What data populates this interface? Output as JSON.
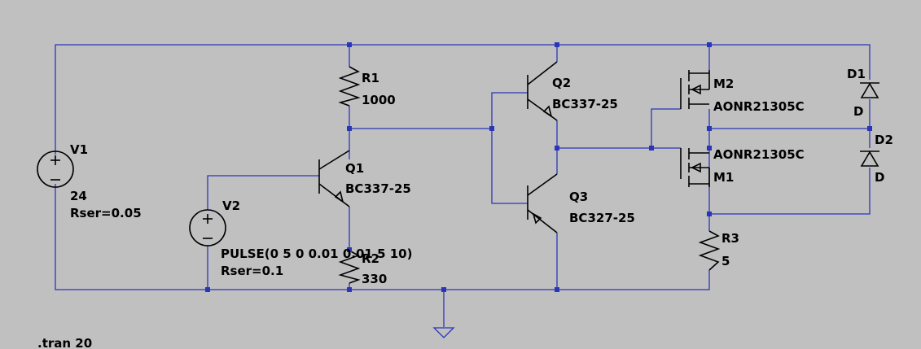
{
  "colors": {
    "background": "#c0c0c0",
    "wire": "#2b35b8",
    "symbol": "#000000"
  },
  "directive": ".tran 20",
  "components": {
    "V1": {
      "ref": "V1",
      "value": "24",
      "param": "Rser=0.05"
    },
    "V2": {
      "ref": "V2",
      "value": "PULSE(0 5 0 0.01 0.01 5 10)",
      "param": "Rser=0.1"
    },
    "R1": {
      "ref": "R1",
      "value": "1000"
    },
    "R2": {
      "ref": "R2",
      "value": "330"
    },
    "R3": {
      "ref": "R3",
      "value": "5"
    },
    "Q1": {
      "ref": "Q1",
      "value": "BC337-25"
    },
    "Q2": {
      "ref": "Q2",
      "value": "BC337-25"
    },
    "Q3": {
      "ref": "Q3",
      "value": "BC327-25"
    },
    "M1": {
      "ref": "M1",
      "value": "AONR21305C"
    },
    "M2": {
      "ref": "M2",
      "value": "AONR21305C"
    },
    "D1": {
      "ref": "D1",
      "value": "D"
    },
    "D2": {
      "ref": "D2",
      "value": "D"
    }
  }
}
